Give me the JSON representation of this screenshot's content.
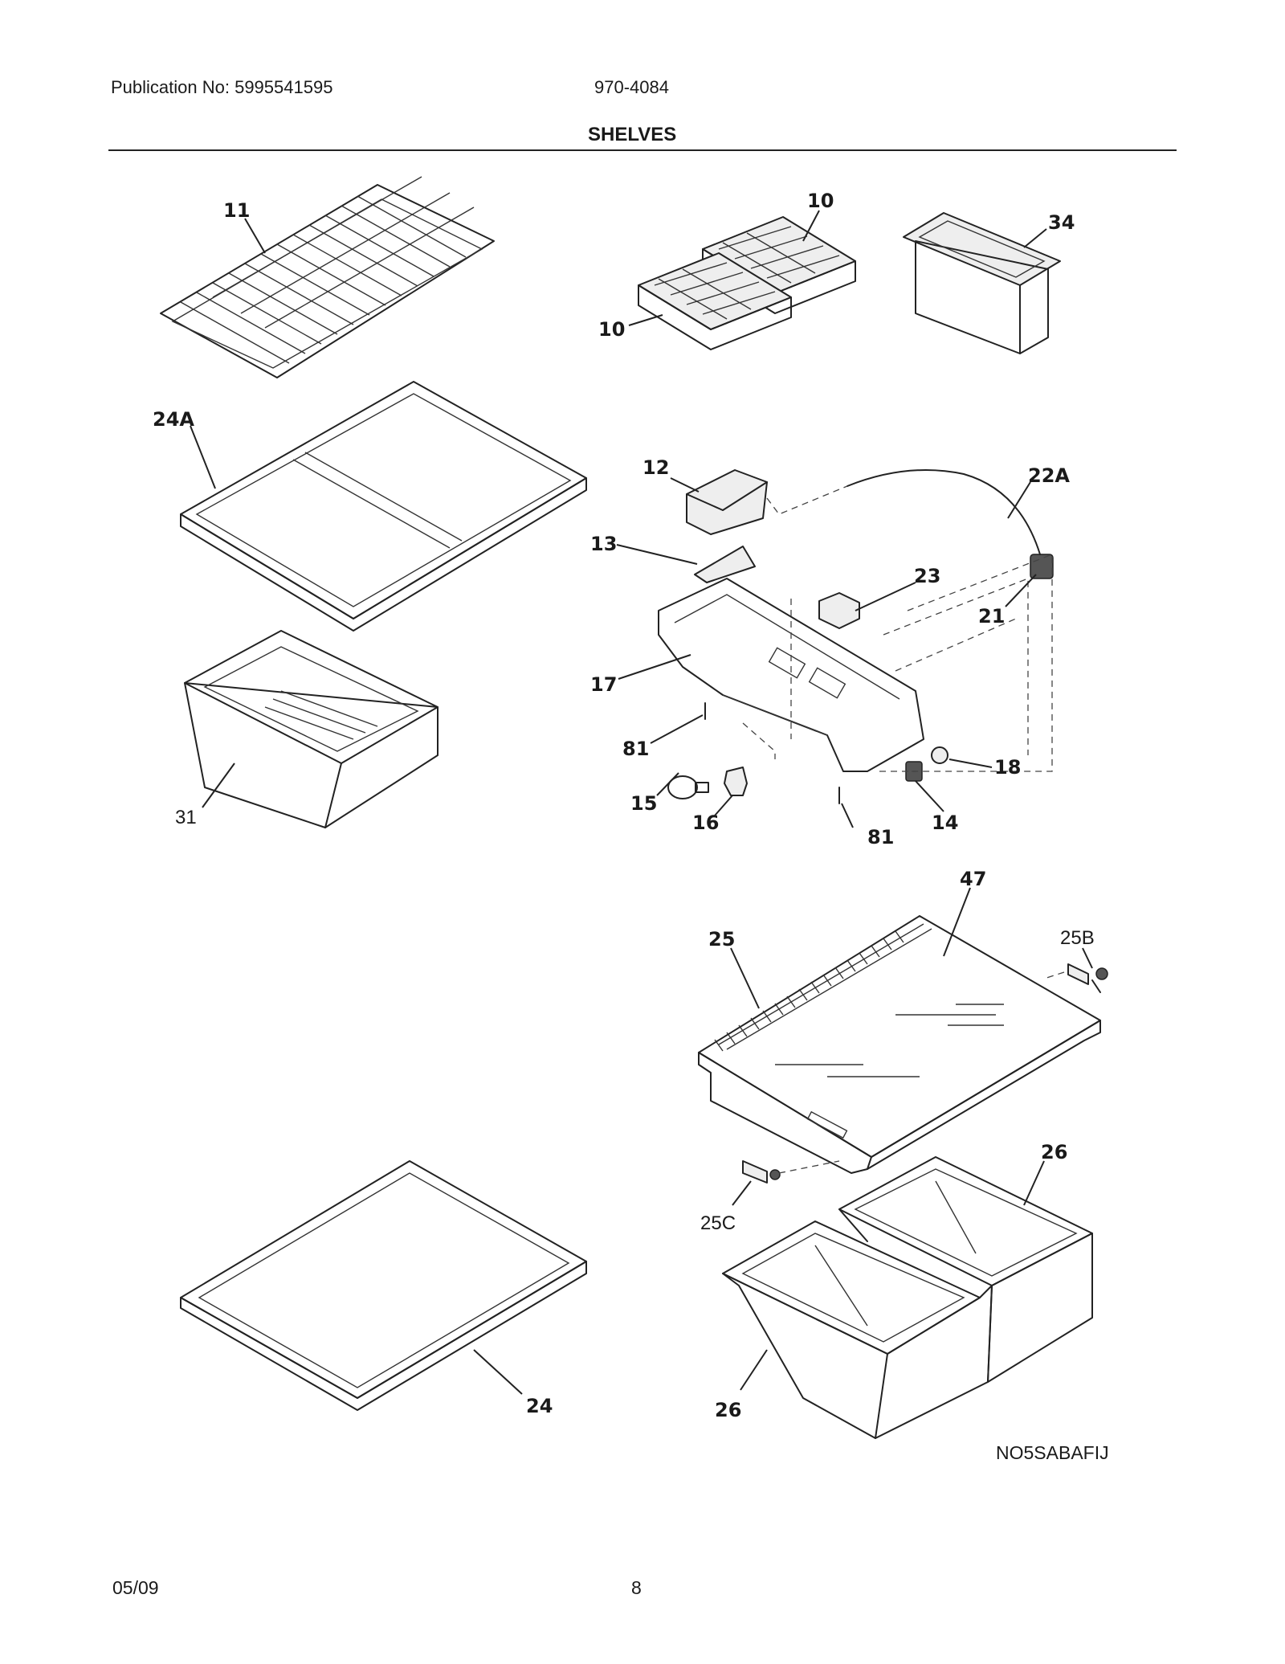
{
  "header": {
    "publication": "Publication No: 5995541595",
    "model": "970-4084",
    "title": "SHELVES"
  },
  "callouts": {
    "c11": "11",
    "c10a": "10",
    "c10b": "10",
    "c34": "34",
    "c24A": "24A",
    "c12": "12",
    "c22A": "22A",
    "c13": "13",
    "c23": "23",
    "c21": "21",
    "c17": "17",
    "c81a": "81",
    "c18": "18",
    "c15": "15",
    "c16": "16",
    "c81b": "81",
    "c14": "14",
    "c31": "31",
    "c47": "47",
    "c25": "25",
    "c25B": "25B",
    "c25C": "25C",
    "c26a": "26",
    "c26b": "26",
    "c24": "24"
  },
  "footer": {
    "diagram_code": "NO5SABAFIJ",
    "date": "05/09",
    "page_number": "8"
  }
}
